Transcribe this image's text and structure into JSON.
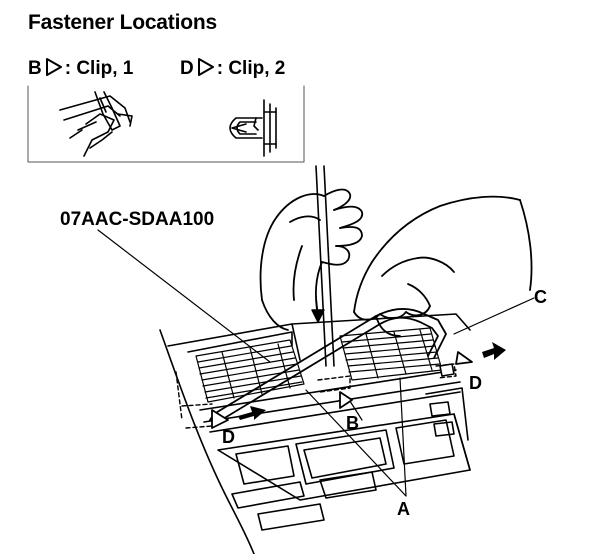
{
  "title": "Fastener Locations",
  "legend": {
    "b": {
      "letter": "B",
      "text": ": Clip, 1",
      "icon": "outline-triangle-icon"
    },
    "d": {
      "letter": "D",
      "text": ": Clip, 2",
      "icon": "outline-triangle-icon"
    }
  },
  "tool_label": "07AAC-SDAA100",
  "callouts": {
    "a": "A",
    "b": "B",
    "c": "C",
    "d_left": "D",
    "d_right": "D"
  }
}
